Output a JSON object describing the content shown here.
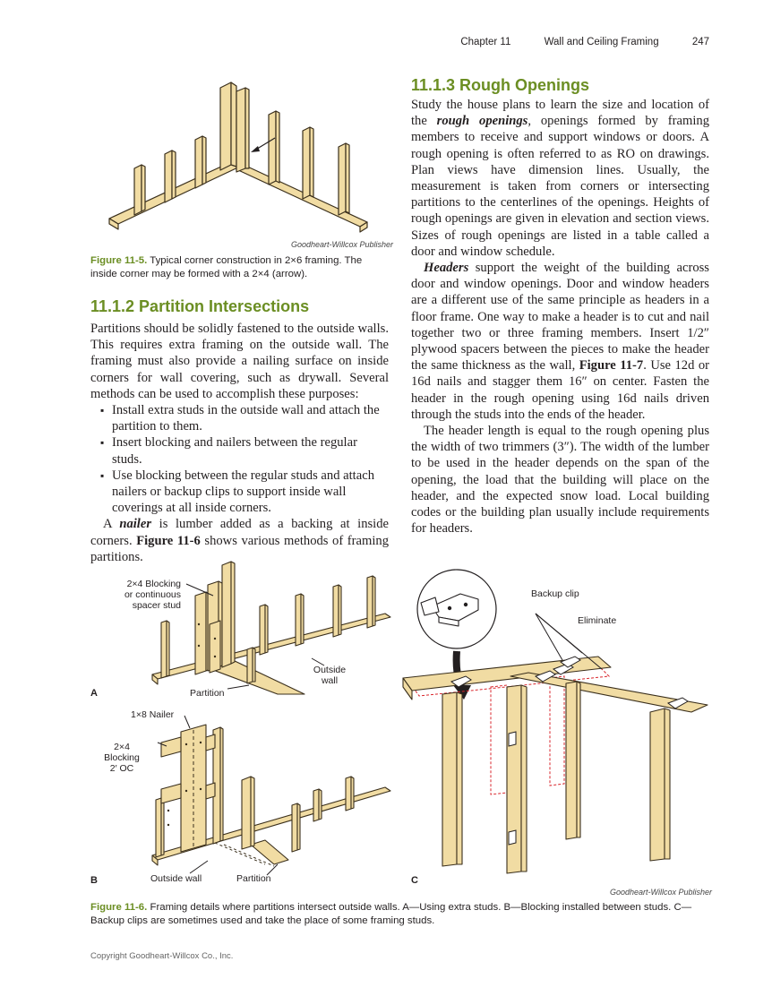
{
  "header": {
    "chapter": "Chapter 11",
    "chapter_title": "Wall and Ceiling Framing",
    "page_number": "247"
  },
  "figure_11_5": {
    "credit": "Goodheart-Willcox Publisher",
    "label": "Figure 11-5.",
    "caption": "Typical corner construction in 2×6 framing. The inside corner may be formed with a 2×4 (arrow)."
  },
  "section_11_1_2": {
    "heading": "11.1.2 Partition Intersections",
    "intro": "Partitions should be solidly fastened to the outside walls. This requires extra framing on the outside wall. The framing must also provide a nailing surface on inside corners for wall covering, such as drywall. Several methods can be used to accomplish these purposes:",
    "bullets": [
      "Install extra studs in the outside wall and attach the partition to them.",
      "Insert blocking and nailers between the regular studs.",
      "Use blocking between the regular studs and attach nailers or backup clips to support inside wall coverings at all inside corners."
    ],
    "nailer_pre": "A ",
    "nailer_term": "nailer",
    "nailer_post": " is lumber added as a backing at inside corners.",
    "fig_ref": "Figure 11-6",
    "fig_ref_post": " shows various methods of framing partitions."
  },
  "section_11_1_3": {
    "heading": "11.1.3 Rough Openings",
    "p1_pre": "Study the house plans to learn the size and location of the ",
    "p1_term": "rough openings",
    "p1_post": ", openings formed by framing members to receive and support windows or doors. A rough opening is often referred to as RO on drawings. Plan views have dimension lines. Usually, the measurement is taken from corners or intersecting partitions to the centerlines of the openings. Heights of rough openings are given in elevation and section views. Sizes of rough openings are listed in a table called a door and window schedule.",
    "p2_term": "Headers",
    "p2_mid": " support the weight of the building across door and window openings. Door and window headers are a different use of the same principle as headers in a floor frame. One way to make a header is to cut and nail together two or three framing members. Insert 1/2″ plywood spacers between the pieces to make the header the same thickness as the wall, ",
    "p2_ref": "Figure 11-7",
    "p2_post": ". Use 12d or 16d nails and stagger them 16″ on center. Fasten the header in the rough opening using 16d nails driven through the studs into the ends of the header.",
    "p3": "The header length is equal to the rough opening plus the width of two trimmers (3″). The width of the lumber to be used in the header depends on the span of the opening, the load that the building will place on the header, and the expected snow load. Local building codes or the building plan usually include requirements for headers."
  },
  "figure_11_6": {
    "panel_a": {
      "letter": "A",
      "blocking_label_1": "2×4 Blocking",
      "blocking_label_2": "or continuous",
      "blocking_label_3": "spacer stud",
      "partition": "Partition",
      "outside_wall_1": "Outside",
      "outside_wall_2": "wall"
    },
    "panel_b": {
      "letter": "B",
      "nailer": "1×8 Nailer",
      "blocking_1": "2×4",
      "blocking_2": "Blocking",
      "blocking_3": "2′ OC",
      "outside_wall": "Outside wall",
      "partition": "Partition"
    },
    "panel_c": {
      "letter": "C",
      "backup_clip": "Backup clip",
      "eliminate": "Eliminate"
    },
    "credit": "Goodheart-Willcox Publisher",
    "label": "Figure 11-6.",
    "caption": "Framing details where partitions intersect outside walls. A—Using extra studs. B—Blocking installed between studs. C—Backup clips are sometimes used and take the place of some framing studs."
  },
  "footer": {
    "copyright": "Copyright Goodheart-Willcox Co., Inc."
  },
  "colors": {
    "accent": "#6b8e23",
    "wood": "#f1dca3",
    "wood_edge": "#3a2f1c",
    "eliminate": "#d9262c"
  }
}
